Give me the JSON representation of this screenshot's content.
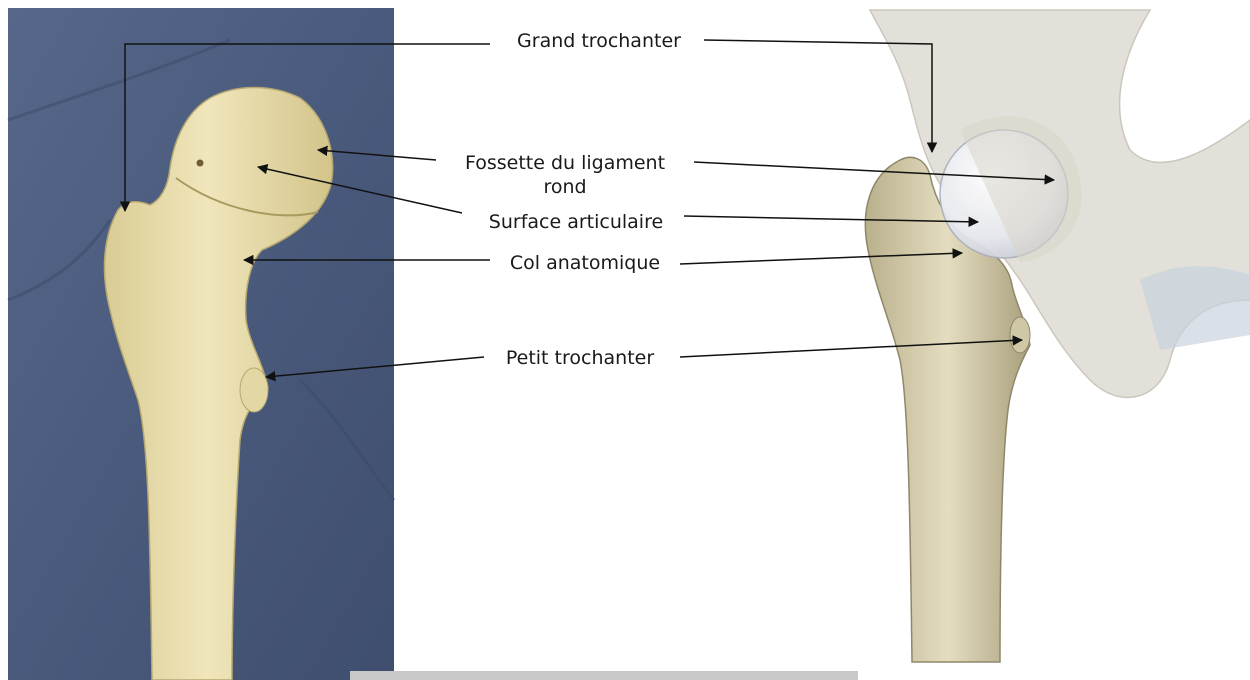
{
  "labels": {
    "grand_trochanter": "Grand trochanter",
    "fossette_line1": "Fossette du ligament",
    "fossette_line2": "rond",
    "surface_articulaire": "Surface articulaire",
    "col_anatomique": "Col anatomique",
    "petit_trochanter": "Petit trochanter"
  },
  "colors": {
    "drape": "#4e5f82",
    "bone": "#eadfae",
    "bone_3d": "#d9d2b2",
    "pelvis": "#dedbd2",
    "femoral_head": "#eef0f4",
    "arrow": "#111111"
  }
}
